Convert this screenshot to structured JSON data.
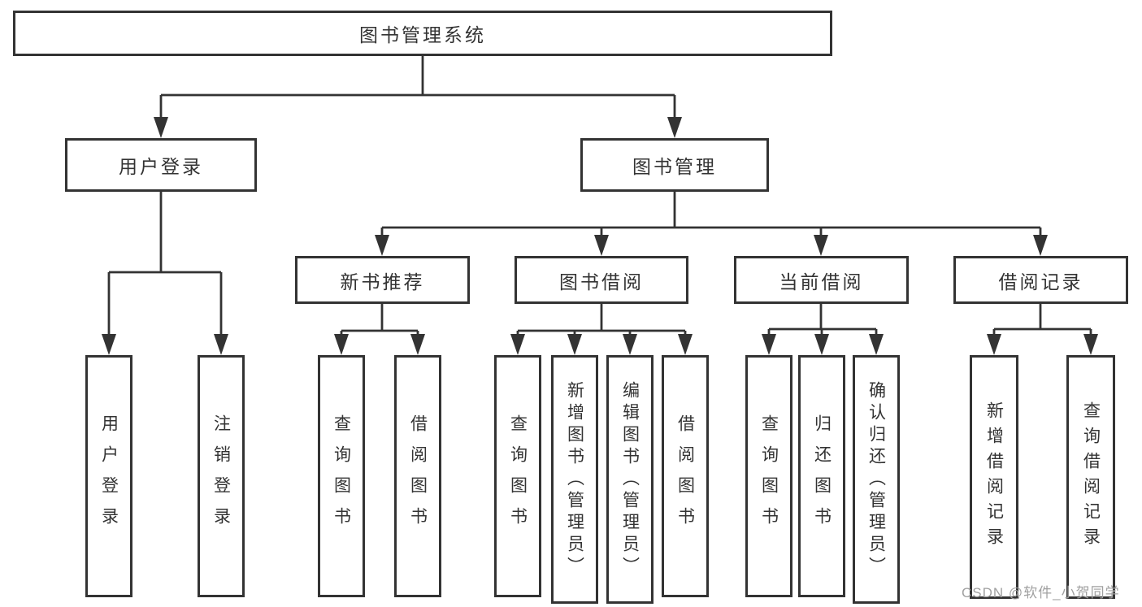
{
  "diagram": {
    "root": "图书管理系统",
    "branches": [
      {
        "label": "用户登录",
        "children": [
          "用户登录",
          "注销登录"
        ]
      },
      {
        "label": "图书管理",
        "groups": [
          {
            "label": "新书推荐",
            "children": [
              "查询图书",
              "借阅图书"
            ]
          },
          {
            "label": "图书借阅",
            "children": [
              "查询图书",
              "新增图书（管理员）",
              "编辑图书（管理员）",
              "借阅图书"
            ]
          },
          {
            "label": "当前借阅",
            "children": [
              "查询图书",
              "归还图书",
              "确认归还（管理员）"
            ]
          },
          {
            "label": "借阅记录",
            "children": [
              "新增借阅记录",
              "查询借阅记录"
            ]
          }
        ]
      }
    ]
  },
  "watermark": {
    "text": "CSDN @软件_小贺同学",
    "color": "#a0a0a0"
  },
  "colors": {
    "line": "#333333",
    "box_border": "#333333",
    "box_background": "#ffffff",
    "text": "#333333",
    "page_background": "#ffffff"
  }
}
